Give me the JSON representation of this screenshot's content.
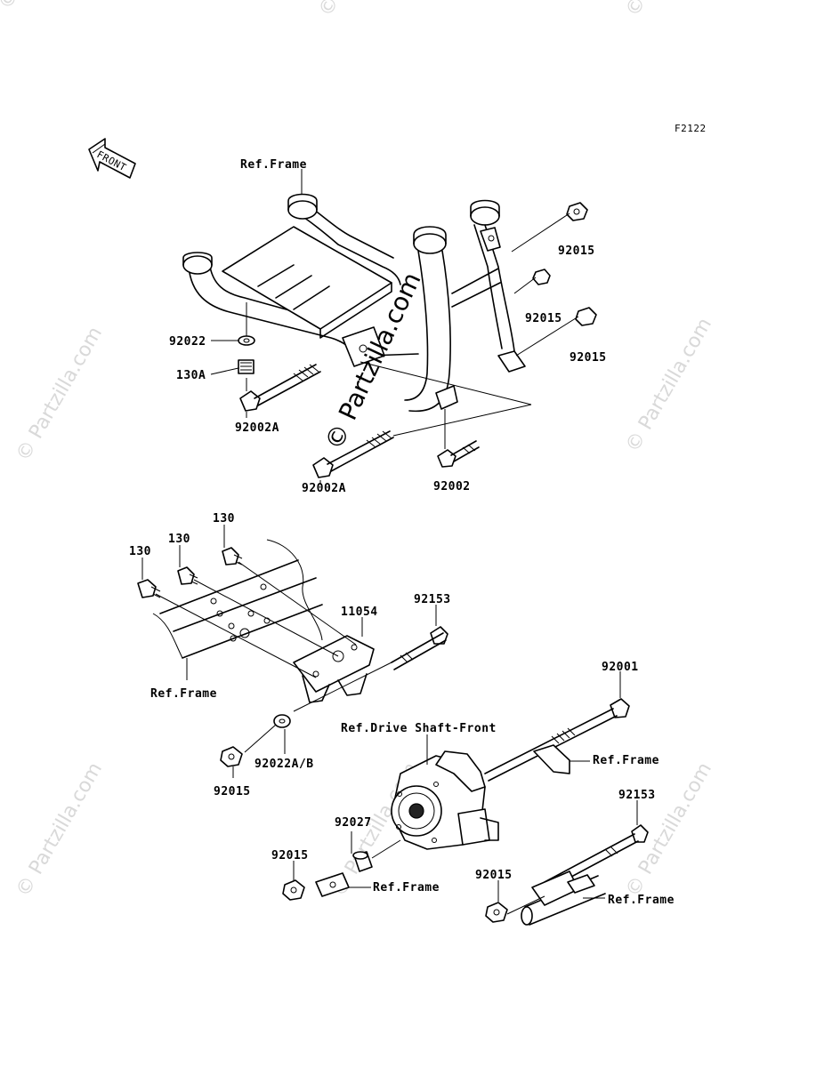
{
  "figure_code": "F2122",
  "front_arrow_text": "FRONT",
  "watermark_text": "© Partzilla.com",
  "callouts": {
    "ref_frame_top": "Ref.Frame",
    "p92015_a": "92015",
    "p92015_b": "92015",
    "p92015_c": "92015",
    "p92022": "92022",
    "p130A": "130A",
    "p92002A_a": "92002A",
    "p92002A_b": "92002A",
    "p92002": "92002",
    "p130_a": "130",
    "p130_b": "130",
    "p130_c": "130",
    "p11054": "11054",
    "p92153_a": "92153",
    "ref_frame_mid": "Ref.Frame",
    "p92022AB": "92022A/B",
    "p92015_d": "92015",
    "p92001": "92001",
    "ref_drive_shaft": "Ref.Drive Shaft-Front",
    "ref_frame_right": "Ref.Frame",
    "p92027": "92027",
    "p92015_e": "92015",
    "ref_frame_bottom": "Ref.Frame",
    "p92153_b": "92153",
    "p92015_f": "92015",
    "ref_frame_bottom_right": "Ref.Frame"
  }
}
